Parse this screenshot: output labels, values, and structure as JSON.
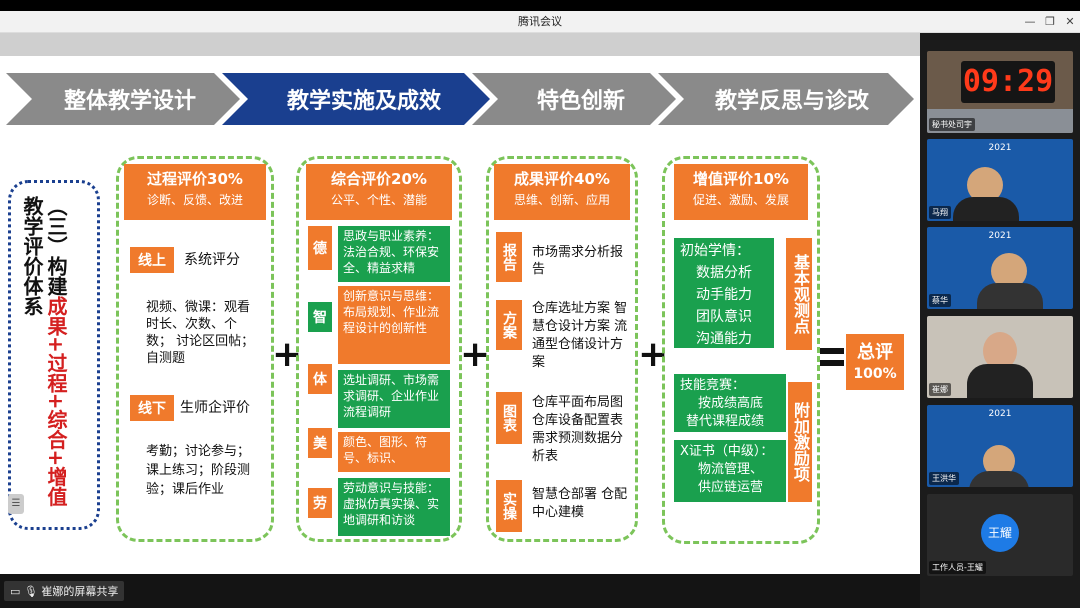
{
  "window": {
    "title": "腾讯会议"
  },
  "share": {
    "label": "崔娜的屏幕共享"
  },
  "chevrons": [
    "整体教学设计",
    "教学实施及成效",
    "特色创新",
    "教学反思与诊改"
  ],
  "left_title": {
    "part1": "（三）构建",
    "red1": "成果+过程+综合+",
    "red2": "增值",
    "part2": "教学评价体系"
  },
  "col1": {
    "head": "过程评价30%",
    "sub": "诊断、反馈、改进",
    "online_tag": "线上",
    "online_label": "系统评分",
    "online_text": "视频、微课：观看时长、次数、个数； 讨论区回帖；自测题",
    "offline_tag": "线下",
    "offline_label": "生师企评价",
    "offline_text": "考勤；讨论参与；课上练习；阶段测验；课后作业"
  },
  "col2": {
    "head": "综合评价20%",
    "sub": "公平、个性、潜能",
    "rows": [
      {
        "tag": "德",
        "text": "思政与职业素养：法治合规、环保安全、精益求精"
      },
      {
        "tag": "智",
        "text": "创新意识与思维：布局规划、作业流程设计的创新性"
      },
      {
        "tag": "体",
        "text": "选址调研、市场需求调研、企业作业流程调研"
      },
      {
        "tag": "美",
        "text": "颜色、图形、符号、标识、"
      },
      {
        "tag": "劳",
        "text": "劳动意识与技能：虚拟仿真实操、实地调研和访谈"
      }
    ]
  },
  "col3": {
    "head": "成果评价40%",
    "sub": "思维、创新、应用",
    "rows": [
      {
        "tag": "报告",
        "text": "市场需求分析报告"
      },
      {
        "tag": "方案",
        "text": "仓库选址方案 智慧仓设计方案 流通型仓储设计方案"
      },
      {
        "tag": "图表",
        "text": "仓库平面布局图 仓库设备配置表 需求预测数据分析表"
      },
      {
        "tag": "实操",
        "text": "智慧仓部署 仓配中心建模"
      }
    ]
  },
  "col4": {
    "head": "增值评价10%",
    "sub": "促进、激励、发展",
    "g1_title": "初始学情：",
    "g1_items": [
      "数据分析",
      "动手能力",
      "团队意识",
      "沟通能力"
    ],
    "side1": "基本观测点",
    "g2_title": "技能竞赛：",
    "g2_items": [
      "按成绩高底",
      "替代课程成绩"
    ],
    "g3_title": "X证书（中级）：",
    "g3_items": [
      "物流管理、",
      "供应链运营"
    ],
    "side2": "附加激励项"
  },
  "total": {
    "label": "总评",
    "value": "100%"
  },
  "participants": [
    {
      "name": "秘书处司宇",
      "clock": "09:29"
    },
    {
      "name": "马翔",
      "banner": "2021"
    },
    {
      "name": "蔡华",
      "banner": "2021"
    },
    {
      "name": "崔娜"
    },
    {
      "name": "王洪华",
      "banner": "2021"
    },
    {
      "name": "工作人员-王耀",
      "avatar": "王耀"
    }
  ],
  "colors": {
    "orange": "#f07a2c",
    "green": "#1aa04e",
    "navy": "#1a3f8f",
    "gray": "#8a8a8a",
    "dash": "#7cc45a"
  }
}
